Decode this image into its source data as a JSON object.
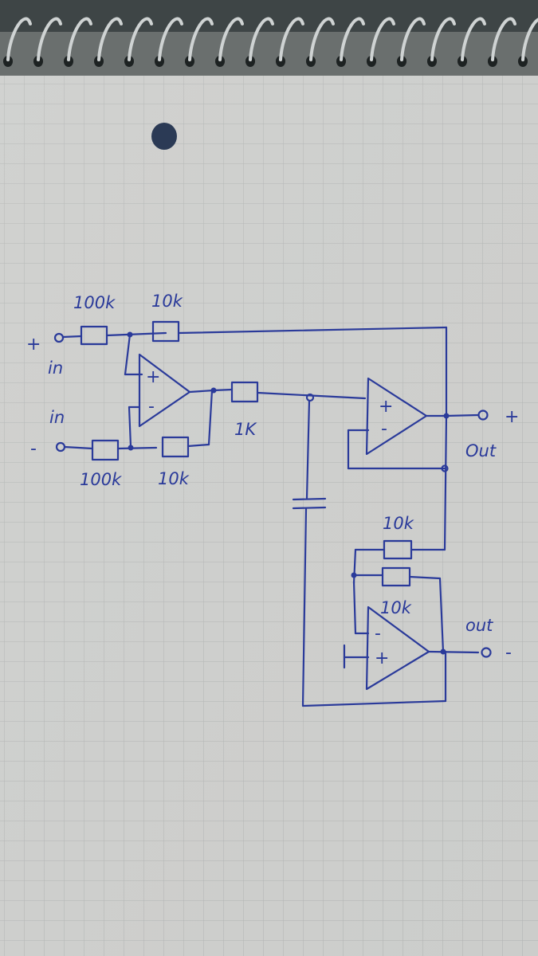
{
  "labels": {
    "r1": "100k",
    "r2": "10k",
    "r3": "100k",
    "r4": "10k",
    "r5": "1K",
    "r6": "10k",
    "r7": "10k",
    "in_top": "in",
    "in_bottom": "in",
    "out_top": "Out",
    "out_bottom": "out",
    "plus_in": "+",
    "minus_in": "-",
    "plus_out": "+",
    "minus_out": "-"
  },
  "opamps": {
    "u1": {
      "noninv": "+",
      "inv": "-"
    },
    "u2": {
      "noninv": "+",
      "inv": "-"
    },
    "u3": {
      "inv": "-",
      "noninv": "+"
    }
  },
  "colors": {
    "ink": "#2a3a9a",
    "paper": "#d9dad8",
    "grid": "#a9acac",
    "binding": "#222222"
  }
}
